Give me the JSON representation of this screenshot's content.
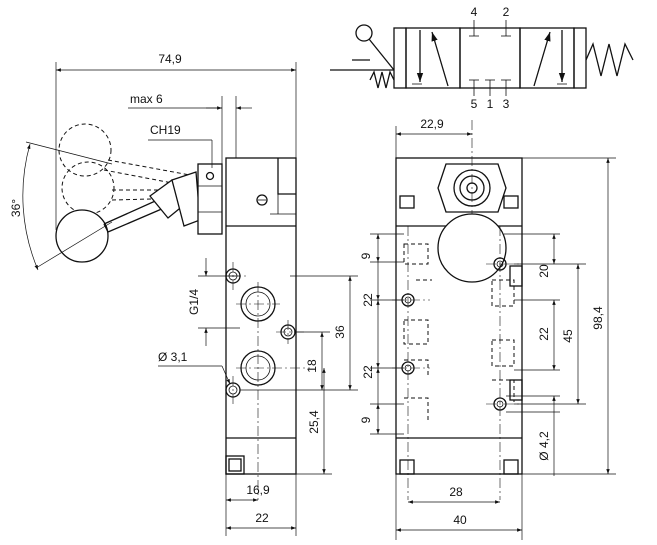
{
  "symbol": {
    "ports_top": [
      "4",
      "2"
    ],
    "ports_bottom": [
      "5",
      "1",
      "3"
    ]
  },
  "side_view": {
    "dims": {
      "overall_length": "74,9",
      "max_offset": "max 6",
      "wrench_size": "CH19",
      "angle": "36°",
      "thread": "G1/4",
      "hole": "Ø 3,1",
      "port_spacing": "36",
      "port_offset": "18",
      "base_to_port": "25,4",
      "port_x": "16,9",
      "width": "22"
    }
  },
  "front_view": {
    "dims": {
      "lever_x": "22,9",
      "top_pitch": "9",
      "mid_pitch_a": "22",
      "mid_pitch_b": "22",
      "bottom_pitch": "9",
      "right_top": "20",
      "right_mid": "22",
      "right_span": "45",
      "height": "98,4",
      "mount_hole": "Ø 4,2",
      "hole_spacing": "28",
      "width": "40"
    }
  }
}
